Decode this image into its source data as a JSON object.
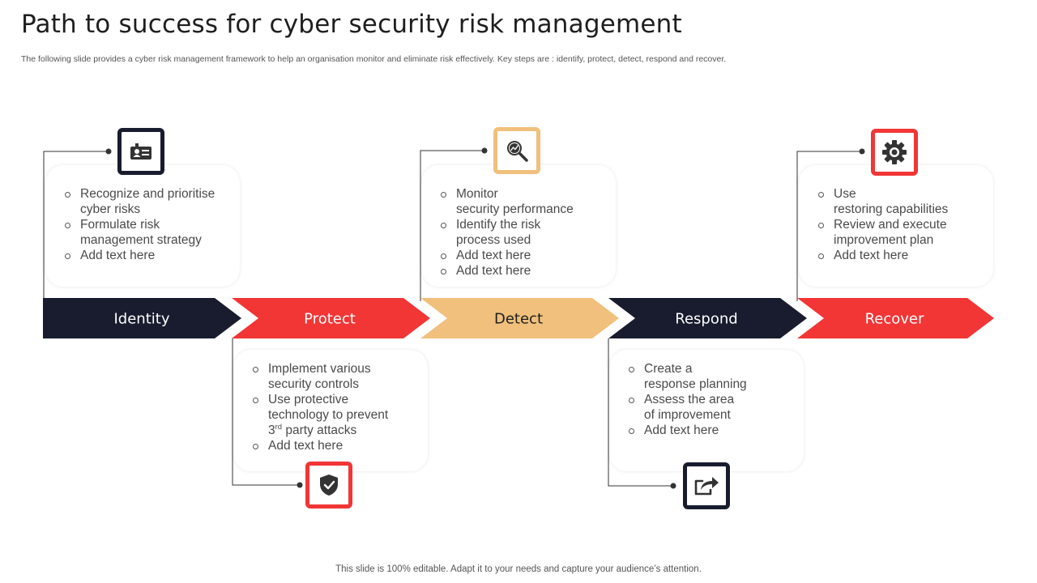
{
  "title": "Path to success for cyber security risk management",
  "subtitle": "The following slide provides a cyber risk management framework to help an organisation monitor and eliminate risk effectively. Key steps are : identify, protect, detect, respond and recover.",
  "footer": "This slide is 100% editable. Adapt it to your needs and capture your audience’s attention.",
  "colors": {
    "navy": "#181c2e",
    "red": "#f23535",
    "gold": "#f0c07c",
    "connector": "#333333"
  },
  "steps": [
    {
      "label": "Identity",
      "color": "navy",
      "icon": "id-badge-icon",
      "bullets": [
        [
          "Recognize and prioritise",
          "cyber risks"
        ],
        [
          "Formulate risk",
          "management strategy"
        ],
        [
          "Add text here"
        ]
      ]
    },
    {
      "label": "Protect",
      "color": "red",
      "icon": "shield-check-icon",
      "bullets": [
        [
          "Implement various",
          "security controls"
        ],
        [
          "Use protective",
          "technology to prevent",
          "party attacks"
        ],
        [
          "Add text here"
        ]
      ],
      "superscript_prefix": {
        "number": "3",
        "suffix": "rd"
      }
    },
    {
      "label": "Detect",
      "color": "gold",
      "icon": "magnifier-chart-icon",
      "bullets": [
        [
          "Monitor",
          "security performance"
        ],
        [
          "Identify the risk",
          "process used"
        ],
        [
          "Add text here"
        ],
        [
          "Add text here"
        ]
      ]
    },
    {
      "label": "Respond",
      "color": "navy",
      "icon": "share-arrow-icon",
      "bullets": [
        [
          "Create a",
          "response planning"
        ],
        [
          "Assess the area",
          "of improvement"
        ],
        [
          "Add text here"
        ]
      ]
    },
    {
      "label": "Recover",
      "color": "red",
      "icon": "gear-icon",
      "bullets": [
        [
          "Use",
          "restoring capabilities"
        ],
        [
          "Review and execute",
          "improvement plan"
        ],
        [
          "Add text here"
        ]
      ]
    }
  ]
}
